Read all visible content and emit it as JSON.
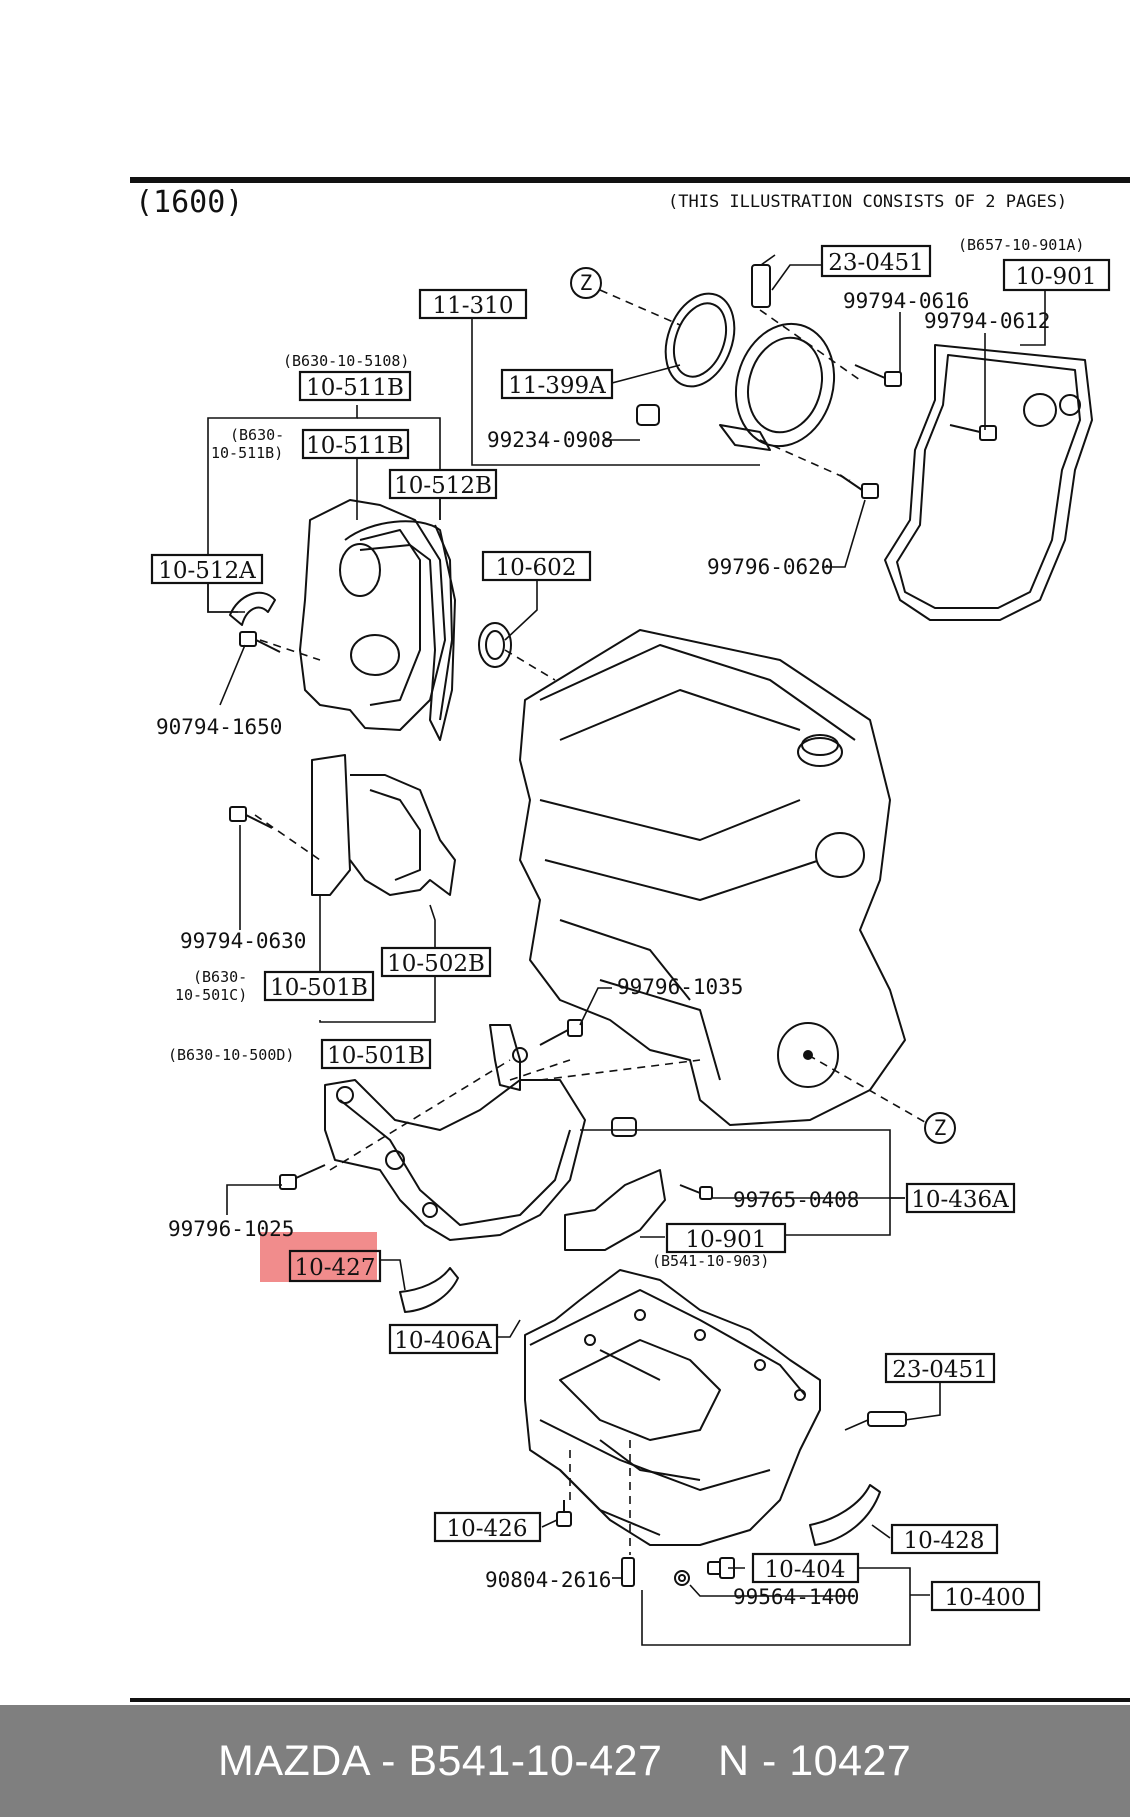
{
  "header": {
    "engine": "(1600)",
    "pages_note": "(THIS ILLUSTRATION CONSISTS OF  2 PAGES)"
  },
  "callouts": {
    "z_top": "Z",
    "z_bottom": "Z"
  },
  "parts": {
    "p23_0451_top": "23-0451",
    "p10_901_top": "10-901",
    "p11_310": "11-310",
    "p11_399A": "11-399A",
    "p10_511B_a": "10-511B",
    "p10_511B_b": "10-511B",
    "p10_512B": "10-512B",
    "p10_512A": "10-512A",
    "p10_602": "10-602",
    "p10_501B_a": "10-501B",
    "p10_502B": "10-502B",
    "p10_501B_b": "10-501B",
    "p10_436A": "10-436A",
    "p10_901_mid": "10-901",
    "p10_427": "10-427",
    "p10_406A": "10-406A",
    "p23_0451_bottom": "23-0451",
    "p10_426": "10-426",
    "p10_428": "10-428",
    "p10_404": "10-404",
    "p10_400": "10-400"
  },
  "bolts": {
    "b99794_0616": "99794-0616",
    "b99794_0612": "99794-0612",
    "b99234_0908": "99234-0908",
    "b99796_0620": "99796-0620",
    "b90794_1650": "90794-1650",
    "b99794_0630": "99794-0630",
    "b99796_1035": "99796-1035",
    "b99765_0408": "99765-0408",
    "b99796_1025": "99796-1025",
    "b90804_2616": "90804-2616",
    "b99564_1400": "99564-1400"
  },
  "notes": {
    "n_b657": "(B657-10-901A)",
    "n_b630_5108": "(B630-10-5108)",
    "n_b630_511b_1": "(B630-",
    "n_b630_511b_2": "10-511B)",
    "n_b630_501c_1": "(B630-",
    "n_b630_501c_2": "10-501C)",
    "n_b630_500d": "(B630-10-500D)",
    "n_b541_903": "(B541-10-903)"
  },
  "highlight": {
    "color": "#f08080",
    "target": "10-427"
  },
  "footer": {
    "brand_part": "MAZDA - B541-10-427",
    "number": "N - 10427"
  }
}
